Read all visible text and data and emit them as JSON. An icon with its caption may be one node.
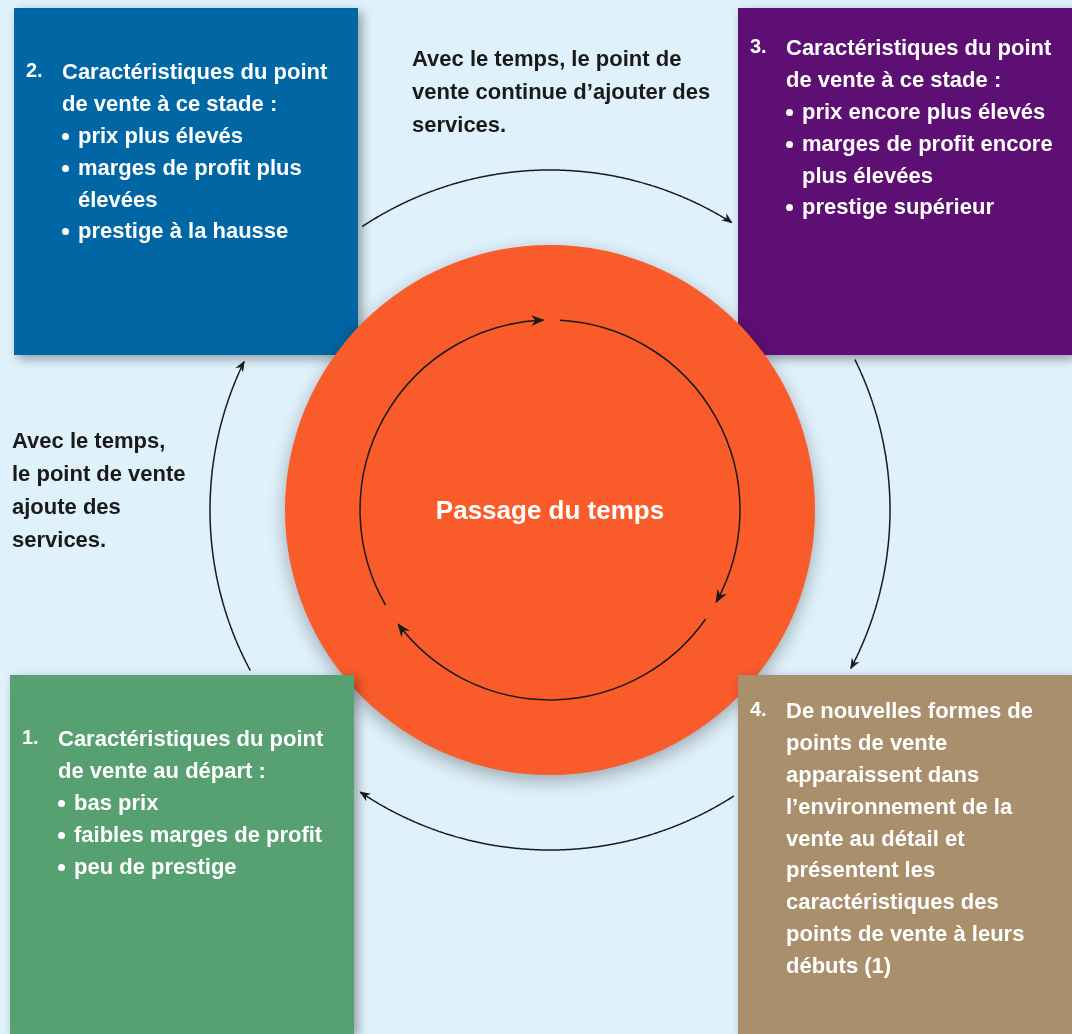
{
  "diagram": {
    "nodes": [
      {
        "text": [
          "2.",
          "Caractéristiques du point de vente à ce stade :",
          "prix plus élevés",
          "marges de profit plus élevées",
          "prestige à la hausse"
        ]
      },
      {
        "text": [
          "3.",
          "Caractéristiques du point de vente à ce stade :",
          "prix encore plus élevés",
          "marges de profit encore plus élevées",
          "prestige supérieur"
        ]
      },
      {
        "text": [
          "Passage du temps"
        ]
      },
      {
        "text": [
          "1.",
          "Caractéristiques du point de vente au départ :",
          "bas prix",
          "faibles marges de profit",
          "peu de prestige"
        ]
      },
      {
        "text": [
          "4.",
          "De nouvelles formes de points de vente apparaissent dans l’environnement de la vente au détail et présentent les caractéristiques des points de vente à leurs débuts (1)"
        ]
      }
    ],
    "edges": [
      {
        "from": 3,
        "to": 0,
        "arrow": "to",
        "label": "Avec le temps, le point de vente ajoute des services."
      },
      {
        "from": 0,
        "to": 1,
        "arrow": "to",
        "label": "Avec le temps, le point de vente continue d’ajouter des services."
      },
      {
        "from": 1,
        "to": 4,
        "arrow": "to"
      },
      {
        "from": 4,
        "to": 3,
        "arrow": "to"
      }
    ]
  }
}
